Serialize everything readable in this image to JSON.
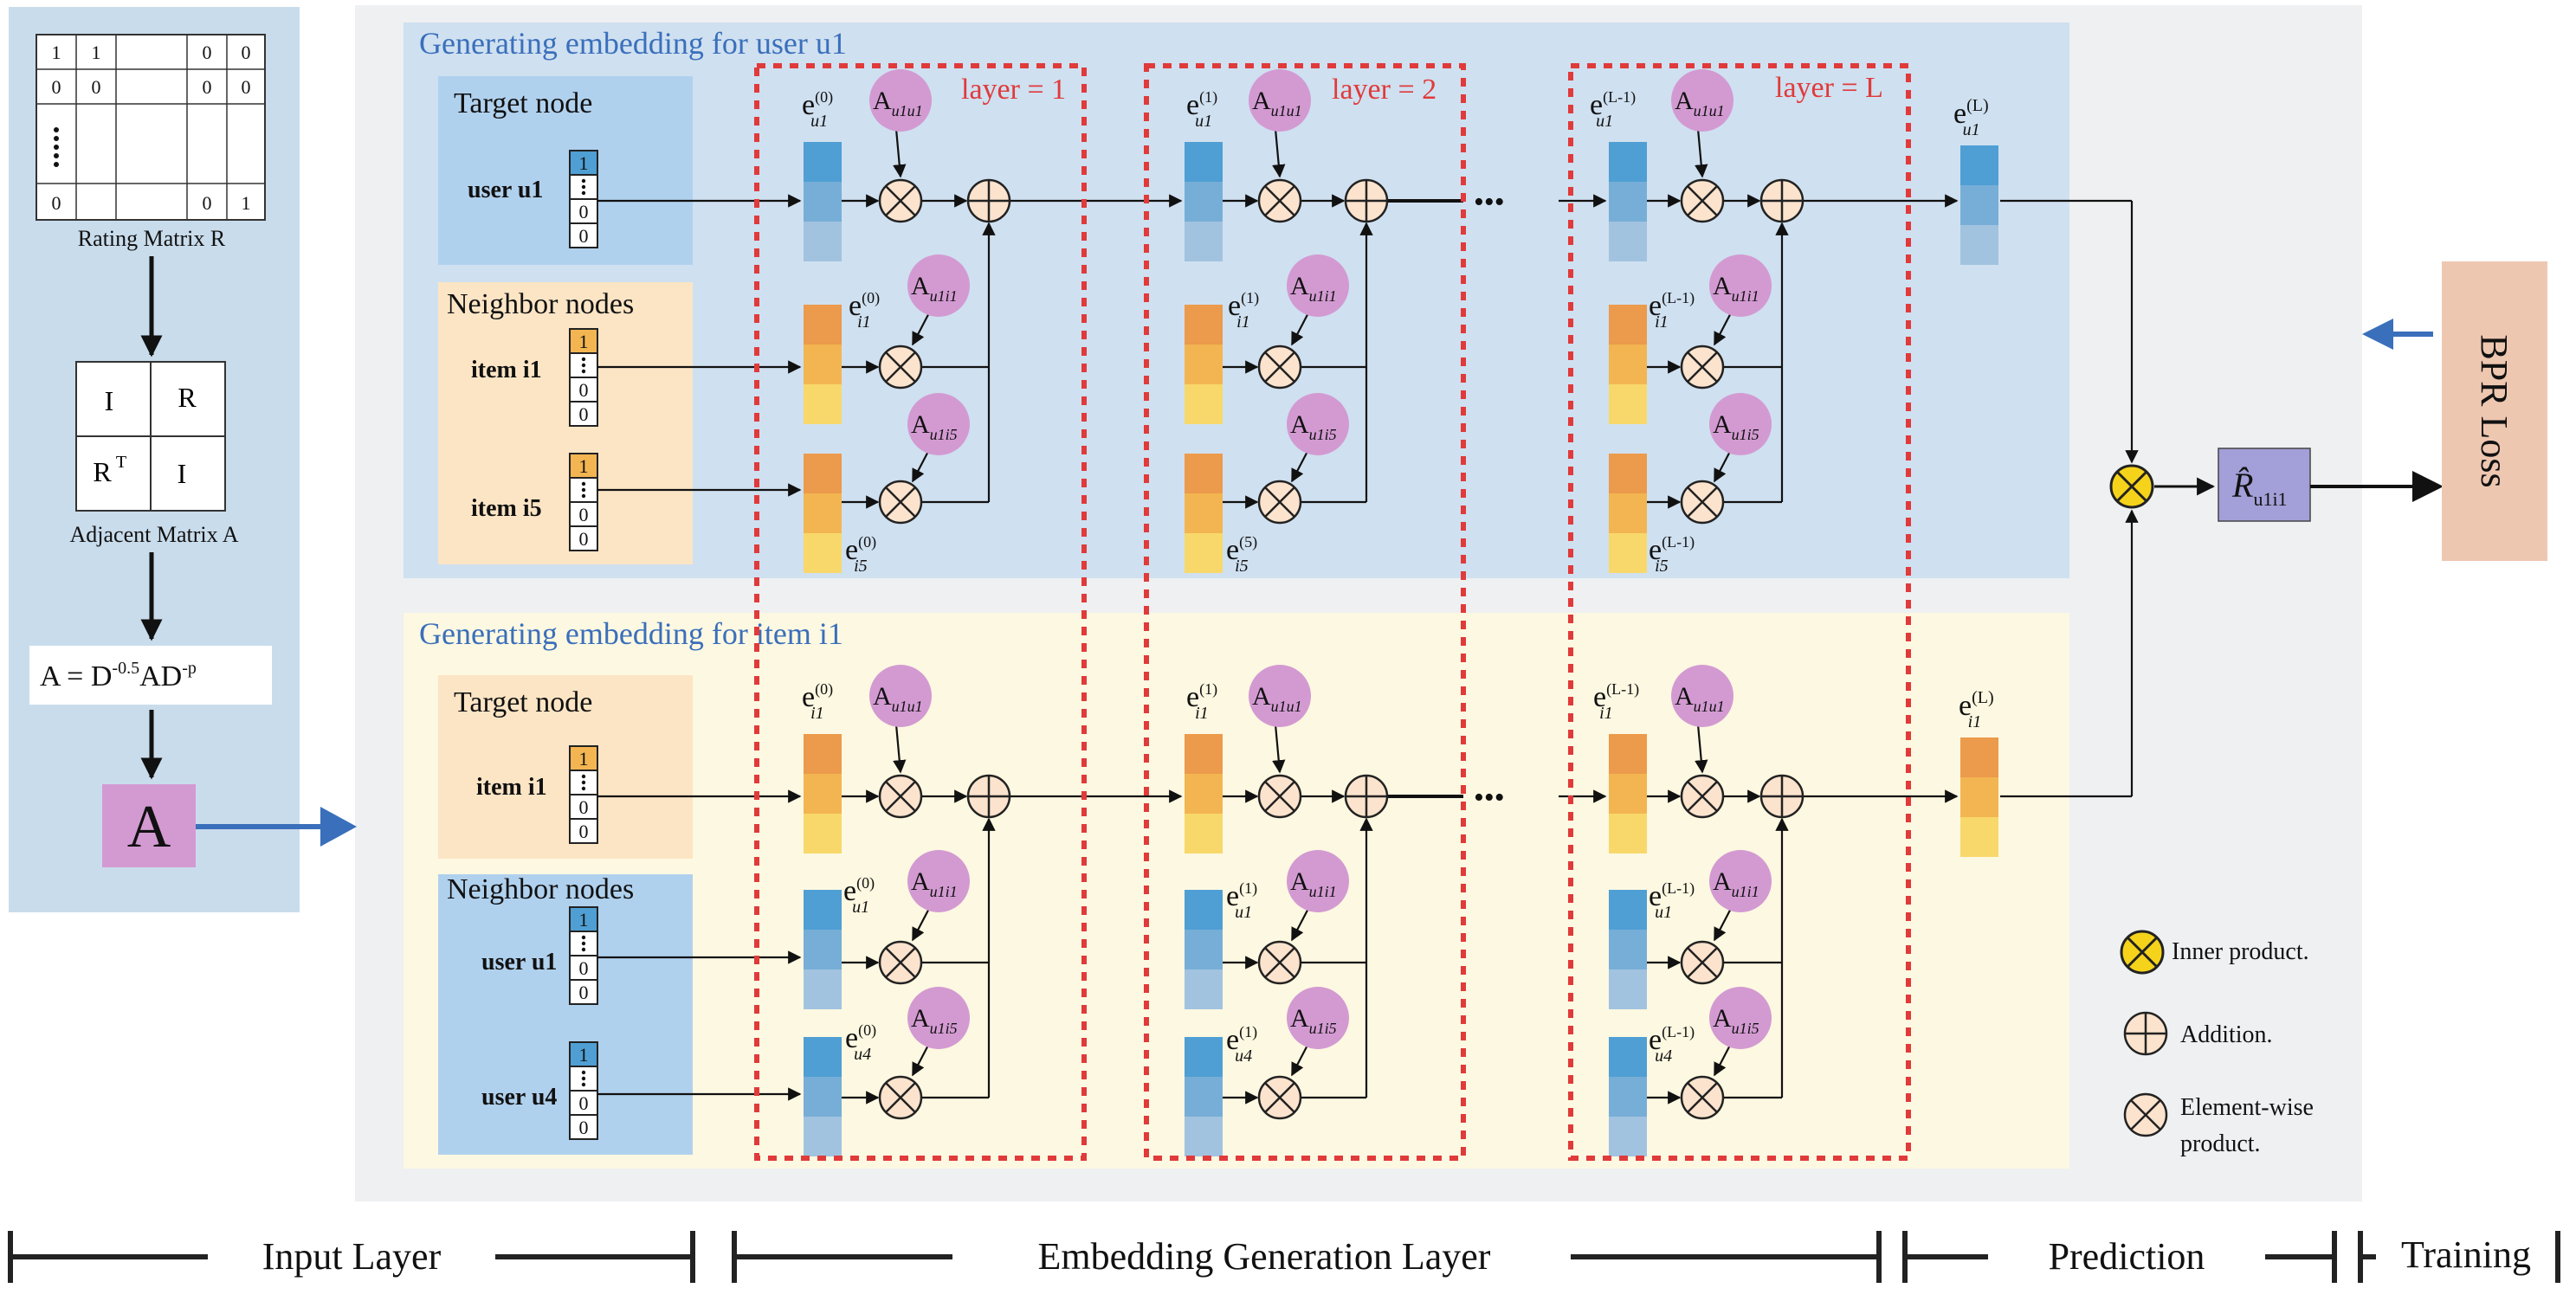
{
  "input_layer": {
    "matrix_label": "Rating Matrix R",
    "matrix_cells": {
      "r1c1": "1",
      "r1c2": "1",
      "r1c4": "0",
      "r1c5": "0",
      "r2c1": "0",
      "r2c2": "0",
      "r2c4": "0",
      "r2c5": "0",
      "r4c1": "0",
      "r4c4": "0",
      "r4c5": "1"
    },
    "block": {
      "tl": "I",
      "tr": "R",
      "bl": "R",
      "bl_sup": "T",
      "br": "I"
    },
    "adjacent_label": "Adjacent Matrix A",
    "norm_lhs": "A  = D",
    "norm_exp1": "-0.5",
    "norm_mid": "AD",
    "norm_exp2": "-p",
    "a_box": "A"
  },
  "user_panel": {
    "title": "Generating embedding for user u1",
    "target_label": "Target node",
    "target_item": "user u1",
    "neighbor_label": "Neighbor nodes",
    "neighbors": [
      "item i1",
      "item i5"
    ]
  },
  "item_panel": {
    "title": "Generating embedding for item i1",
    "target_label": "Target node",
    "target_item": "item i1",
    "neighbor_label": "Neighbor nodes",
    "neighbors": [
      "user u1",
      "user u4"
    ]
  },
  "onehot": {
    "top": "1",
    "zero": "0"
  },
  "layers": {
    "labels": [
      "layer = 1",
      "layer = 2",
      "layer = L"
    ],
    "ellipsis": "•••"
  },
  "embed": {
    "e": "e",
    "sup": [
      "(0)",
      "(1)",
      "(L-1)",
      "(L)"
    ],
    "neighbor_sup_user_panel_2": [
      "(0)",
      "(5)",
      "(L-1)"
    ],
    "sub": {
      "u1": "u1",
      "i1": "i1",
      "i5": "i5",
      "u4": "u4"
    }
  },
  "attention": {
    "A": "A",
    "sub_uu": "u1u1",
    "sub_ui1": "u1i1",
    "sub_ui5": "u1i5"
  },
  "prediction": {
    "rhat": "R̂",
    "rhat_sub": "u1i1"
  },
  "training": {
    "loss": "BPR Loss"
  },
  "legend": {
    "inner": "Inner product.",
    "addition": "Addition.",
    "elementwise_1": "Element-wise",
    "elementwise_2": "product."
  },
  "stages": [
    "Input Layer",
    "Embedding Generation Layer",
    "Prediction",
    "Training"
  ],
  "colors": {
    "accent_blue": "#3a6fbb",
    "layer_red": "#e03a3a",
    "user_panel_bg": "#cfe0f0",
    "item_panel_bg": "#fdf8e1",
    "attention_pink": "#d39ad2",
    "loss_bg": "#eec7b1",
    "rhat_purple": "#a39fd8",
    "inner_yellow": "#f5d31a",
    "op_fill": "#fbe3cd"
  }
}
